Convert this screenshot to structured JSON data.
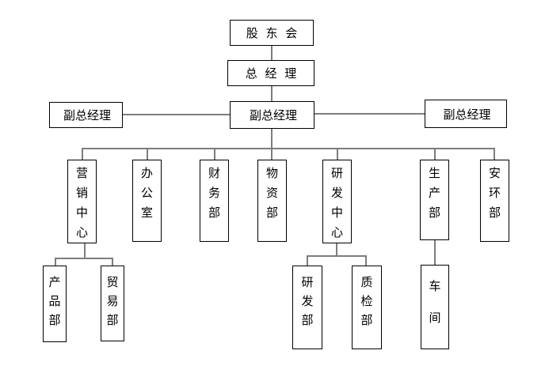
{
  "org_chart": {
    "background": "#ffffff",
    "box_border_color": "#000000",
    "connector_color": "#7d7d7d",
    "text_color": "#000000",
    "nodes": {
      "shareholders": "股 东 会",
      "general_manager": "总 经 理",
      "deputy_gm_left": "副总经理",
      "deputy_gm_center": "副总经理",
      "deputy_gm_right": "副总经理",
      "marketing_center": "营销中心",
      "office": "办公室",
      "finance_dept": "财务部",
      "materials_dept": "物资部",
      "rd_center": "研发中心",
      "production_dept": "生产部",
      "safety_env_dept": "安环部",
      "product_dept": "产品部",
      "trade_dept": "贸易部",
      "rd_dept": "研发部",
      "quality_dept": "质检部",
      "workshop": "车间"
    },
    "hierarchy": [
      {
        "parent": "股东会",
        "child": "总经理"
      },
      {
        "parent": "总经理",
        "child": "副总经理"
      },
      {
        "parent": "副总经理",
        "peer_left": "副总经理",
        "peer_right": "副总经理"
      },
      {
        "parent": "副总经理",
        "child": "营销中心"
      },
      {
        "parent": "副总经理",
        "child": "办公室"
      },
      {
        "parent": "副总经理",
        "child": "财务部"
      },
      {
        "parent": "副总经理",
        "child": "物资部"
      },
      {
        "parent": "副总经理",
        "child": "研发中心"
      },
      {
        "parent": "副总经理",
        "child": "生产部"
      },
      {
        "parent": "副总经理",
        "child": "安环部"
      },
      {
        "parent": "营销中心",
        "child": "产品部"
      },
      {
        "parent": "营销中心",
        "child": "贸易部"
      },
      {
        "parent": "研发中心",
        "child": "研发部"
      },
      {
        "parent": "研发中心",
        "child": "质检部"
      },
      {
        "parent": "生产部",
        "child": "车间"
      }
    ]
  }
}
